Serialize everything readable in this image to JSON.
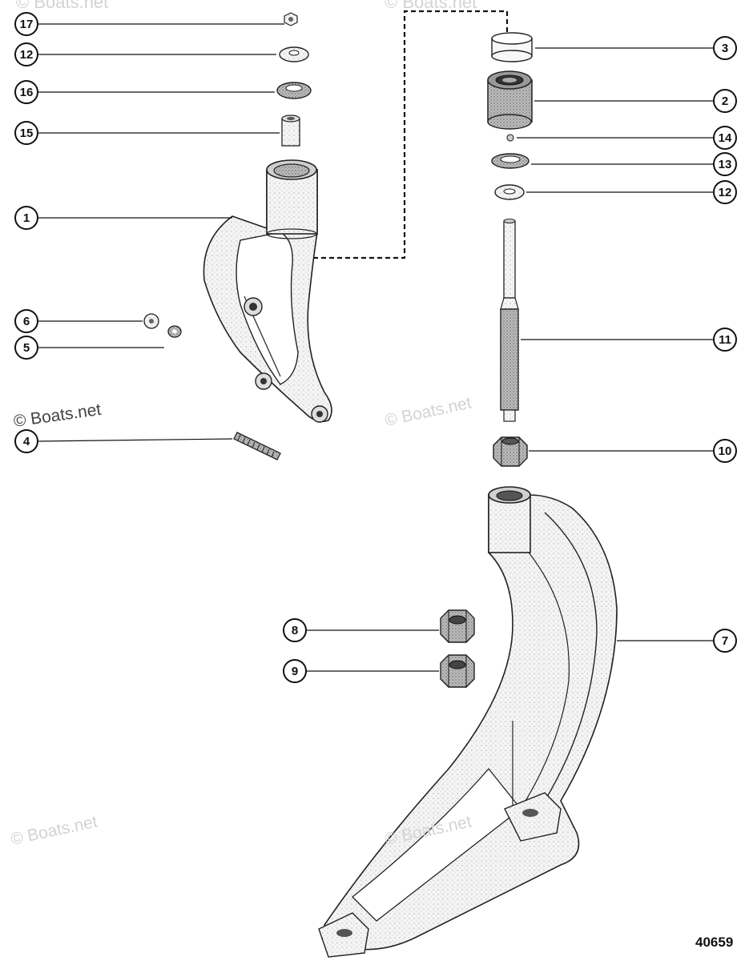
{
  "watermarks": {
    "primary": "© Boats.net",
    "faded": "© Boats.net"
  },
  "document_number": "40659",
  "callouts": [
    {
      "id": "c17",
      "label": "17"
    },
    {
      "id": "c12a",
      "label": "12"
    },
    {
      "id": "c16",
      "label": "16"
    },
    {
      "id": "c15",
      "label": "15"
    },
    {
      "id": "c1",
      "label": "1"
    },
    {
      "id": "c6",
      "label": "6"
    },
    {
      "id": "c5",
      "label": "5"
    },
    {
      "id": "c4",
      "label": "4"
    },
    {
      "id": "c3",
      "label": "3"
    },
    {
      "id": "c2",
      "label": "2"
    },
    {
      "id": "c14",
      "label": "14"
    },
    {
      "id": "c13",
      "label": "13"
    },
    {
      "id": "c12b",
      "label": "12"
    },
    {
      "id": "c11",
      "label": "11"
    },
    {
      "id": "c10",
      "label": "10"
    },
    {
      "id": "c8",
      "label": "8"
    },
    {
      "id": "c9",
      "label": "9"
    },
    {
      "id": "c7",
      "label": "7"
    }
  ]
}
